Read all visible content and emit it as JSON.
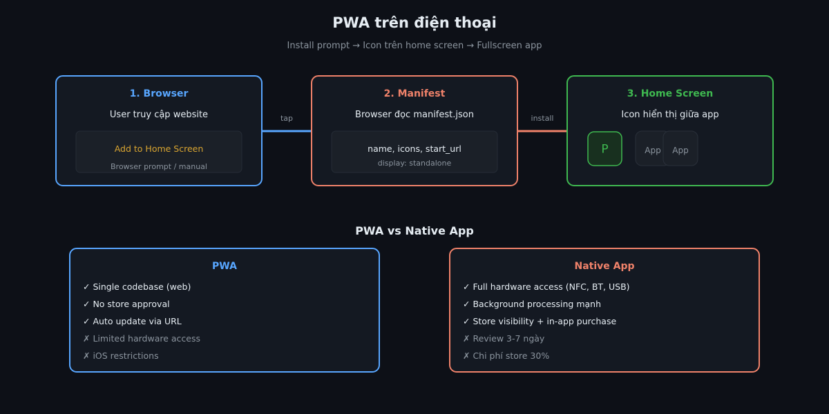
{
  "header": {
    "title": "PWA trên điện thoại",
    "subtitle": "Install prompt → Icon trên home screen → Fullscreen app"
  },
  "colors": {
    "background": "#0d1017",
    "card_bg": "#141922",
    "inner_bg": "#1b2028",
    "blue": "#58a6ff",
    "orange": "#f0826a",
    "green": "#3fb950",
    "gold": "#d9a531",
    "text": "#e6edf3",
    "muted": "#8b949e"
  },
  "flow": {
    "browser": {
      "title": "1. Browser",
      "desc": "User truy cập website",
      "inner_main": "Add to Home Screen",
      "inner_sub": "Browser prompt / manual"
    },
    "connector_tap": "tap",
    "manifest": {
      "title": "2. Manifest",
      "desc": "Browser đọc manifest.json",
      "inner_main": "name, icons, start_url",
      "inner_sub": "display: standalone"
    },
    "connector_install": "install",
    "home": {
      "title": "3. Home Screen",
      "desc": "Icon hiển thị giữa app",
      "pwa_icon_letter": "P",
      "apps": [
        "App",
        "App"
      ]
    }
  },
  "comparison": {
    "title": "PWA vs Native App",
    "pwa": {
      "title": "PWA",
      "pros": [
        "✓ Single codebase (web)",
        "✓ No store approval",
        "✓ Auto update via URL"
      ],
      "cons": [
        "✗ Limited hardware access",
        "✗ iOS restrictions"
      ]
    },
    "native": {
      "title": "Native App",
      "pros": [
        "✓ Full hardware access (NFC, BT, USB)",
        "✓ Background processing mạnh",
        "✓ Store visibility + in-app purchase"
      ],
      "cons": [
        "✗ Review 3-7 ngày",
        "✗ Chi phí store 30%"
      ]
    }
  }
}
